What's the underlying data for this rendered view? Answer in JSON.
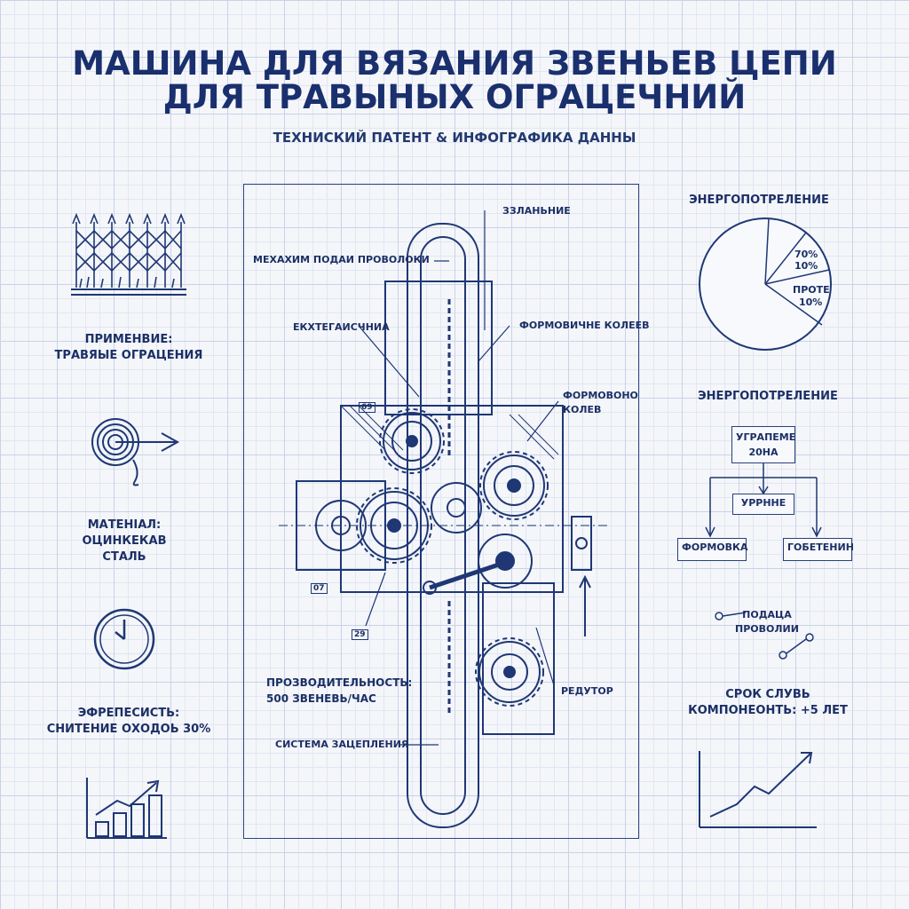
{
  "title_line1": "МАШИНА ДЛЯ ВЯЗАНИЯ ЗВЕНЬЕВ ЦЕПИ",
  "title_line2": "ДЛЯ ТРАВЫНЫХ ОГРАЦЕЧНИЙ",
  "subtitle": "ТЕХНИСКИЙ ПАТЕНТ & ИНФОГРАФИКА ДАННЫ",
  "left_panel": {
    "application": "ПРИМЕНВИЕ:\nТРАВЯЫЕ ОГРАЦЕНИЯ",
    "material": "МАТЕНІАЛ:\nОЦИНКЕКАВ\nСТАЛЬ",
    "efficiency": "ЭФРЕПЕСИСТЬ:\nСНИТЕНИЕ ОХОДОЬ 30%"
  },
  "diagram": {
    "label_top": "ЗЗЛАНЬНИЕ",
    "label_wire_feed": "МЕХАХИМ ПОДАИ ПРОВОЛОКИ",
    "label_eccentric": "ЕКХТЕГАИСЧНИА",
    "label_forming1": "ФОРМОВИЧНЕ КОЛЕЕВ",
    "label_forming2": "ФОРМОВОНО\nКОЛЕВ",
    "label_productivity": "ПРОЗВОДИТЕЛЬНОСТЬ:\n500 ЗВЕНЕВЬ/ЧАС",
    "label_reducer": "РЕДУТОР",
    "label_closing": "СИСТЕМА ЗАЦЕПЛЕНИЯ",
    "tag_69": "69",
    "tag_07": "07",
    "tag_29": "29"
  },
  "right_panel": {
    "pie_title": "ЭНЕРГОПОТРЕЛЕНИЕ",
    "pie_label1": "70%",
    "pie_label2": "10%",
    "pie_label3": "ПРОТЕ",
    "pie_label4": "10%",
    "flow_title": "ЭНЕРГОПОТРЕЛЕНИЕ",
    "flow_top": "УГРАПЕМЕ\n20НА",
    "flow_mid": "УРРННЕ",
    "flow_left": "ФОРМОВКА",
    "flow_right": "ГОБЕТЕНИН",
    "wire_label": "ПОДАЦА\nПРОВОЛИИ",
    "service_label": "СРОК СЛУВЬ\nКОМПОНЕОНТЬ: +5 ЛЕТ"
  },
  "colors": {
    "ink": "#1f3774",
    "grid": "#c9d3e6",
    "paper": "#f4f6fa"
  }
}
